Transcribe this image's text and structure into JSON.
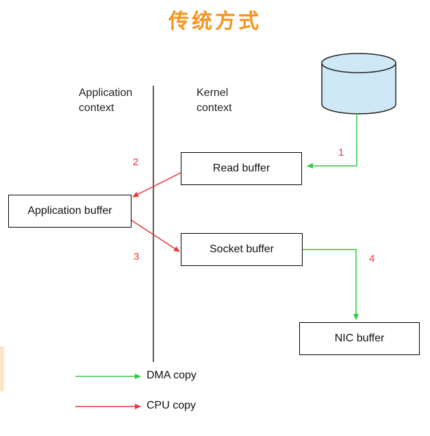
{
  "title": "传统方式",
  "labels": {
    "application_context": [
      "Application",
      "context"
    ],
    "kernel_context": [
      "Kernel",
      "context"
    ]
  },
  "boxes": {
    "read_buffer": "Read buffer",
    "application_buffer": "Application buffer",
    "socket_buffer": "Socket buffer",
    "nic_buffer": "NIC buffer"
  },
  "steps": [
    "1",
    "2",
    "3",
    "4"
  ],
  "legend": {
    "dma": "DMA copy",
    "cpu": "CPU copy"
  },
  "colors": {
    "title": "#f7941d",
    "dma_arrow": "#2ecc40",
    "cpu_arrow": "#e8363c",
    "disk_fill": "#cfe8f5",
    "step_number": "#e8363c"
  },
  "icons": {
    "disk": "disk-cylinder-icon"
  }
}
